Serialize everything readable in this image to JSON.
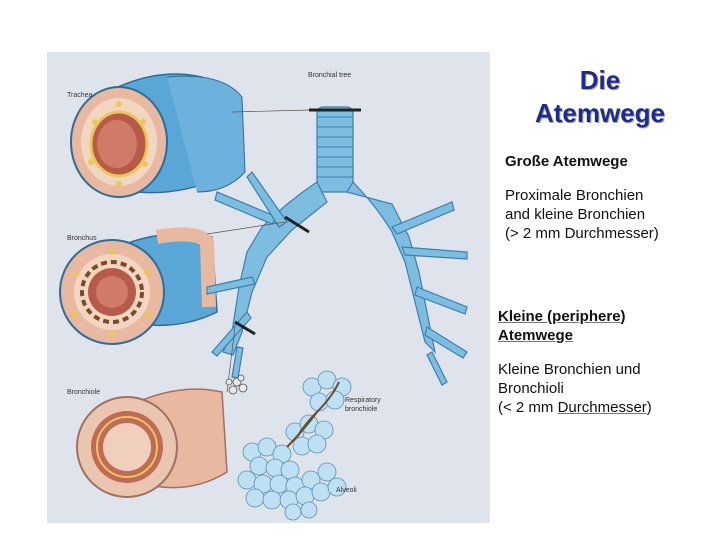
{
  "title": {
    "line1": "Die",
    "line2": "Atemwege"
  },
  "large_airways": {
    "heading": "Große Atemwege",
    "line1": "Proximale Bronchien",
    "line2": "and kleine Bronchien",
    "line3": "(> 2 mm Durchmesser)"
  },
  "small_airways": {
    "heading_part1": "Kleine (periphere",
    "heading_part2": ")",
    "heading_line2": "Atemwege",
    "line1": "Kleine Bronchien und",
    "line2": "Bronchioli",
    "line3_part1": "(< 2 mm ",
    "line3_part2": "Durchmesser",
    "line3_part3": ")"
  },
  "illustration": {
    "labels": {
      "trachea": "Trachea",
      "bronchial_tree": "Bronchial tree",
      "bronchus": "Bronchus",
      "bronchiole": "Bronchiole",
      "respiratory_bronchiole_1": "Respiratory",
      "respiratory_bronchiole_2": "bronchiole",
      "alveoli": "Alveoli"
    },
    "colors": {
      "background": "#dfe3ec",
      "tube_blue": "#5aa6d6",
      "tube_pink": "#e8b8a0",
      "mucosa": "#b85a4a",
      "cartilage": "#e8c85a",
      "tree_blue": "#7dbde0",
      "alveoli": "#bfe0f2"
    }
  }
}
